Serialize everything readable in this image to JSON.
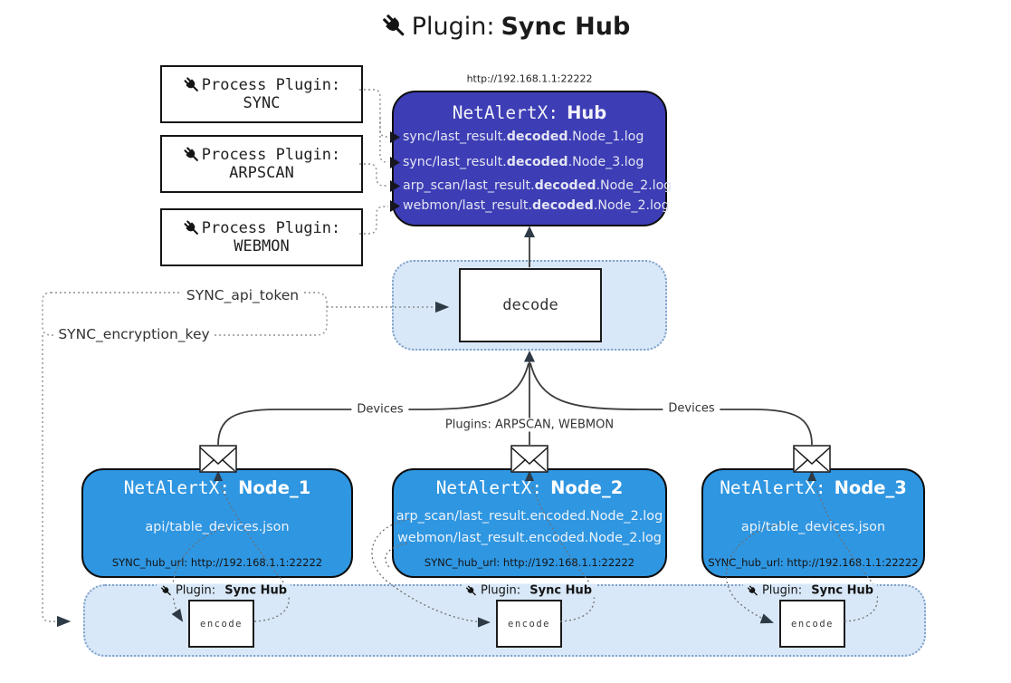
{
  "title": {
    "prefix": "Plugin:",
    "bold": "Sync Hub"
  },
  "process_plugins": [
    {
      "label": "Process Plugin:",
      "name": "SYNC"
    },
    {
      "label": "Process Plugin:",
      "name": "ARPSCAN"
    },
    {
      "label": "Process Plugin:",
      "name": "WEBMON"
    }
  ],
  "hub": {
    "url": "http://192.168.1.1:22222",
    "title_mono": "NetAlertX:",
    "title_bold": "Hub",
    "lines": [
      {
        "pre": "sync/last_result.",
        "bold": "decoded",
        "post": ".Node_1.log"
      },
      {
        "pre": "sync/last_result.",
        "bold": "decoded",
        "post": ".Node_3.log"
      },
      {
        "pre": "arp_scan/last_result.",
        "bold": "decoded",
        "post": ".Node_2.log"
      },
      {
        "pre": "webmon/last_result.",
        "bold": "decoded",
        "post": ".Node_2.log"
      }
    ]
  },
  "decode": {
    "label": "decode"
  },
  "config": {
    "api_token": "SYNC_api_token",
    "encryption_key": "SYNC_encryption_key"
  },
  "edges": {
    "devices_left": "Devices",
    "devices_right": "Devices",
    "plugins_mid": "Plugins: ARPSCAN, WEBMON"
  },
  "nodes": [
    {
      "title_mono": "NetAlertX:",
      "title_bold": "Node_1",
      "lines": [
        "api/table_devices.json"
      ],
      "footer": "SYNC_hub_url: http://192.168.1.1:22222"
    },
    {
      "title_mono": "NetAlertX:",
      "title_bold": "Node_2",
      "lines": [
        "arp_scan/last_result.encoded.Node_2.log",
        "webmon/last_result.encoded.Node_2.log"
      ],
      "footer": "SYNC_hub_url: http://192.168.1.1:22222"
    },
    {
      "title_mono": "NetAlertX:",
      "title_bold": "Node_3",
      "lines": [
        "api/table_devices.json"
      ],
      "footer": "SYNC_hub_url: http://192.168.1.1:22222"
    }
  ],
  "encode_strip": {
    "plugin_label_prefix": "Plugin:",
    "plugin_label_bold": "Sync Hub",
    "encode_label": "encode"
  },
  "colors": {
    "hub-bg": "#3d3db5",
    "node-bg": "#2f96e1",
    "panel-bg": "#d9e8f8",
    "panel-border": "#7fa0c8",
    "line": "#3c3c3c",
    "arrow": "#2e3a46"
  }
}
